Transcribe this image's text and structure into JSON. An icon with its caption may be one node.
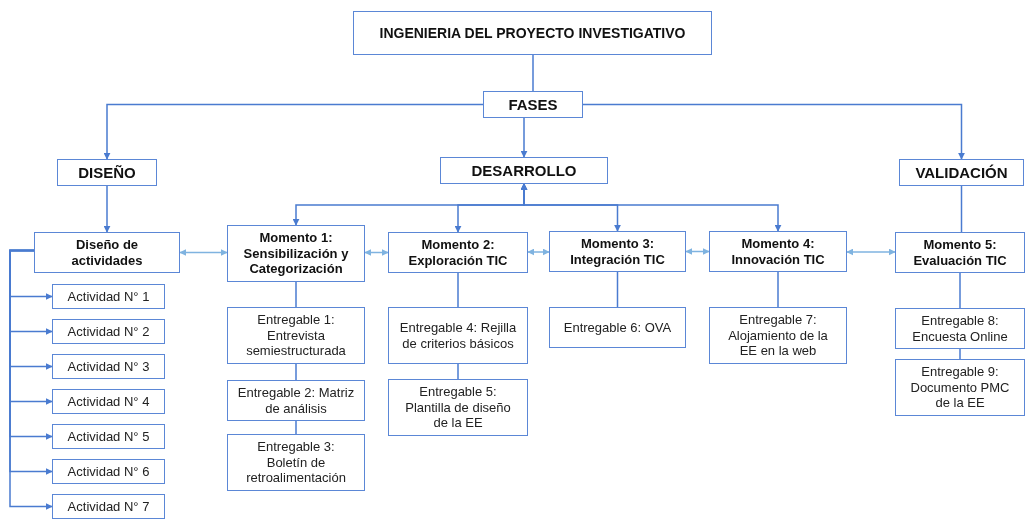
{
  "diagram": {
    "nodes": [
      {
        "text": [
          "INGENIERIA DEL PROYECTO INVESTIGATIVO"
        ]
      },
      {
        "text": [
          "FASES"
        ]
      },
      {
        "text": [
          "DISEÑO"
        ]
      },
      {
        "text": [
          "DESARROLLO"
        ]
      },
      {
        "text": [
          "VALIDACIÓN"
        ]
      },
      {
        "text": [
          "Diseño de actividades"
        ]
      },
      {
        "text": [
          "Actividad N° 1"
        ]
      },
      {
        "text": [
          "Actividad N° 2"
        ]
      },
      {
        "text": [
          "Actividad N° 3"
        ]
      },
      {
        "text": [
          "Actividad N° 4"
        ]
      },
      {
        "text": [
          "Actividad N° 5"
        ]
      },
      {
        "text": [
          "Actividad N° 6"
        ]
      },
      {
        "text": [
          "Actividad N° 7"
        ]
      },
      {
        "text": [
          "Momento 1: Sensibilización y Categorización"
        ]
      },
      {
        "text": [
          "Momento 2: Exploración TIC"
        ]
      },
      {
        "text": [
          "Momento 3: Integración TIC"
        ]
      },
      {
        "text": [
          "Momento 4: Innovación TIC"
        ]
      },
      {
        "text": [
          "Momento 5: Evaluación TIC"
        ]
      },
      {
        "text": [
          "Entregable 1: Entrevista semiestructurada"
        ]
      },
      {
        "text": [
          "Entregable 2: Matriz de análisis"
        ]
      },
      {
        "text": [
          "Entregable 3: Boletín de retroalimentación"
        ]
      },
      {
        "text": [
          "Entregable 4: Rejilla de criterios básicos"
        ]
      },
      {
        "text": [
          "Entregable 5: Plantilla de diseño de la EE"
        ]
      },
      {
        "text": [
          "Entregable 6: OVA"
        ]
      },
      {
        "text": [
          "Entregable 7: Alojamiento de la EE en la web"
        ]
      },
      {
        "text": [
          "Entregable 8: Encuesta Online"
        ]
      },
      {
        "text": [
          "Entregable 9: Documento PMC de la EE"
        ]
      }
    ],
    "edges": [
      {
        "from": 0,
        "to": 1,
        "arrow": "none"
      },
      {
        "from": 1,
        "to": 2,
        "arrow": "to"
      },
      {
        "from": 1,
        "to": 3,
        "arrow": "to"
      },
      {
        "from": 1,
        "to": 4,
        "arrow": "to"
      },
      {
        "from": 2,
        "to": 5,
        "arrow": "to"
      },
      {
        "from": 5,
        "to": 6,
        "arrow": "to"
      },
      {
        "from": 5,
        "to": 7,
        "arrow": "to"
      },
      {
        "from": 5,
        "to": 8,
        "arrow": "to"
      },
      {
        "from": 5,
        "to": 9,
        "arrow": "to"
      },
      {
        "from": 5,
        "to": 10,
        "arrow": "to"
      },
      {
        "from": 5,
        "to": 11,
        "arrow": "to"
      },
      {
        "from": 5,
        "to": 12,
        "arrow": "to"
      },
      {
        "from": 3,
        "to": 13,
        "arrow": "both"
      },
      {
        "from": 3,
        "to": 14,
        "arrow": "both"
      },
      {
        "from": 3,
        "to": 15,
        "arrow": "both"
      },
      {
        "from": 3,
        "to": 16,
        "arrow": "both"
      },
      {
        "from": 4,
        "to": 17,
        "arrow": "none"
      },
      {
        "from": 5,
        "to": 13,
        "arrow": "both",
        "color": "#7fb3e0"
      },
      {
        "from": 13,
        "to": 14,
        "arrow": "both",
        "color": "#7fb3e0"
      },
      {
        "from": 14,
        "to": 15,
        "arrow": "both",
        "color": "#7fb3e0"
      },
      {
        "from": 15,
        "to": 16,
        "arrow": "both",
        "color": "#7fb3e0"
      },
      {
        "from": 16,
        "to": 17,
        "arrow": "both",
        "color": "#7fb3e0"
      },
      {
        "from": 13,
        "to": 18,
        "arrow": "none"
      },
      {
        "from": 18,
        "to": 19,
        "arrow": "none"
      },
      {
        "from": 19,
        "to": 20,
        "arrow": "none"
      },
      {
        "from": 14,
        "to": 21,
        "arrow": "none"
      },
      {
        "from": 21,
        "to": 22,
        "arrow": "none"
      },
      {
        "from": 15,
        "to": 23,
        "arrow": "none"
      },
      {
        "from": 16,
        "to": 24,
        "arrow": "none"
      },
      {
        "from": 17,
        "to": 25,
        "arrow": "none"
      },
      {
        "from": 25,
        "to": 26,
        "arrow": "none"
      }
    ]
  }
}
